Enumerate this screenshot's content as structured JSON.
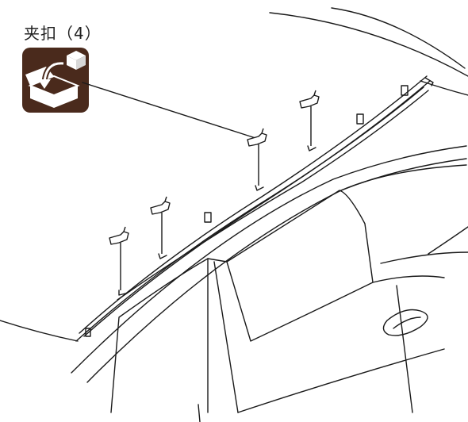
{
  "caption": {
    "label": "夹扣（4）"
  },
  "icon": {
    "name": "replace-part-icon",
    "background_color": "#4a2a1c"
  },
  "illustration": {
    "subject": "roof-molding-clips-diagram",
    "clip_count": 4,
    "line_color": "#1a1a1a"
  }
}
